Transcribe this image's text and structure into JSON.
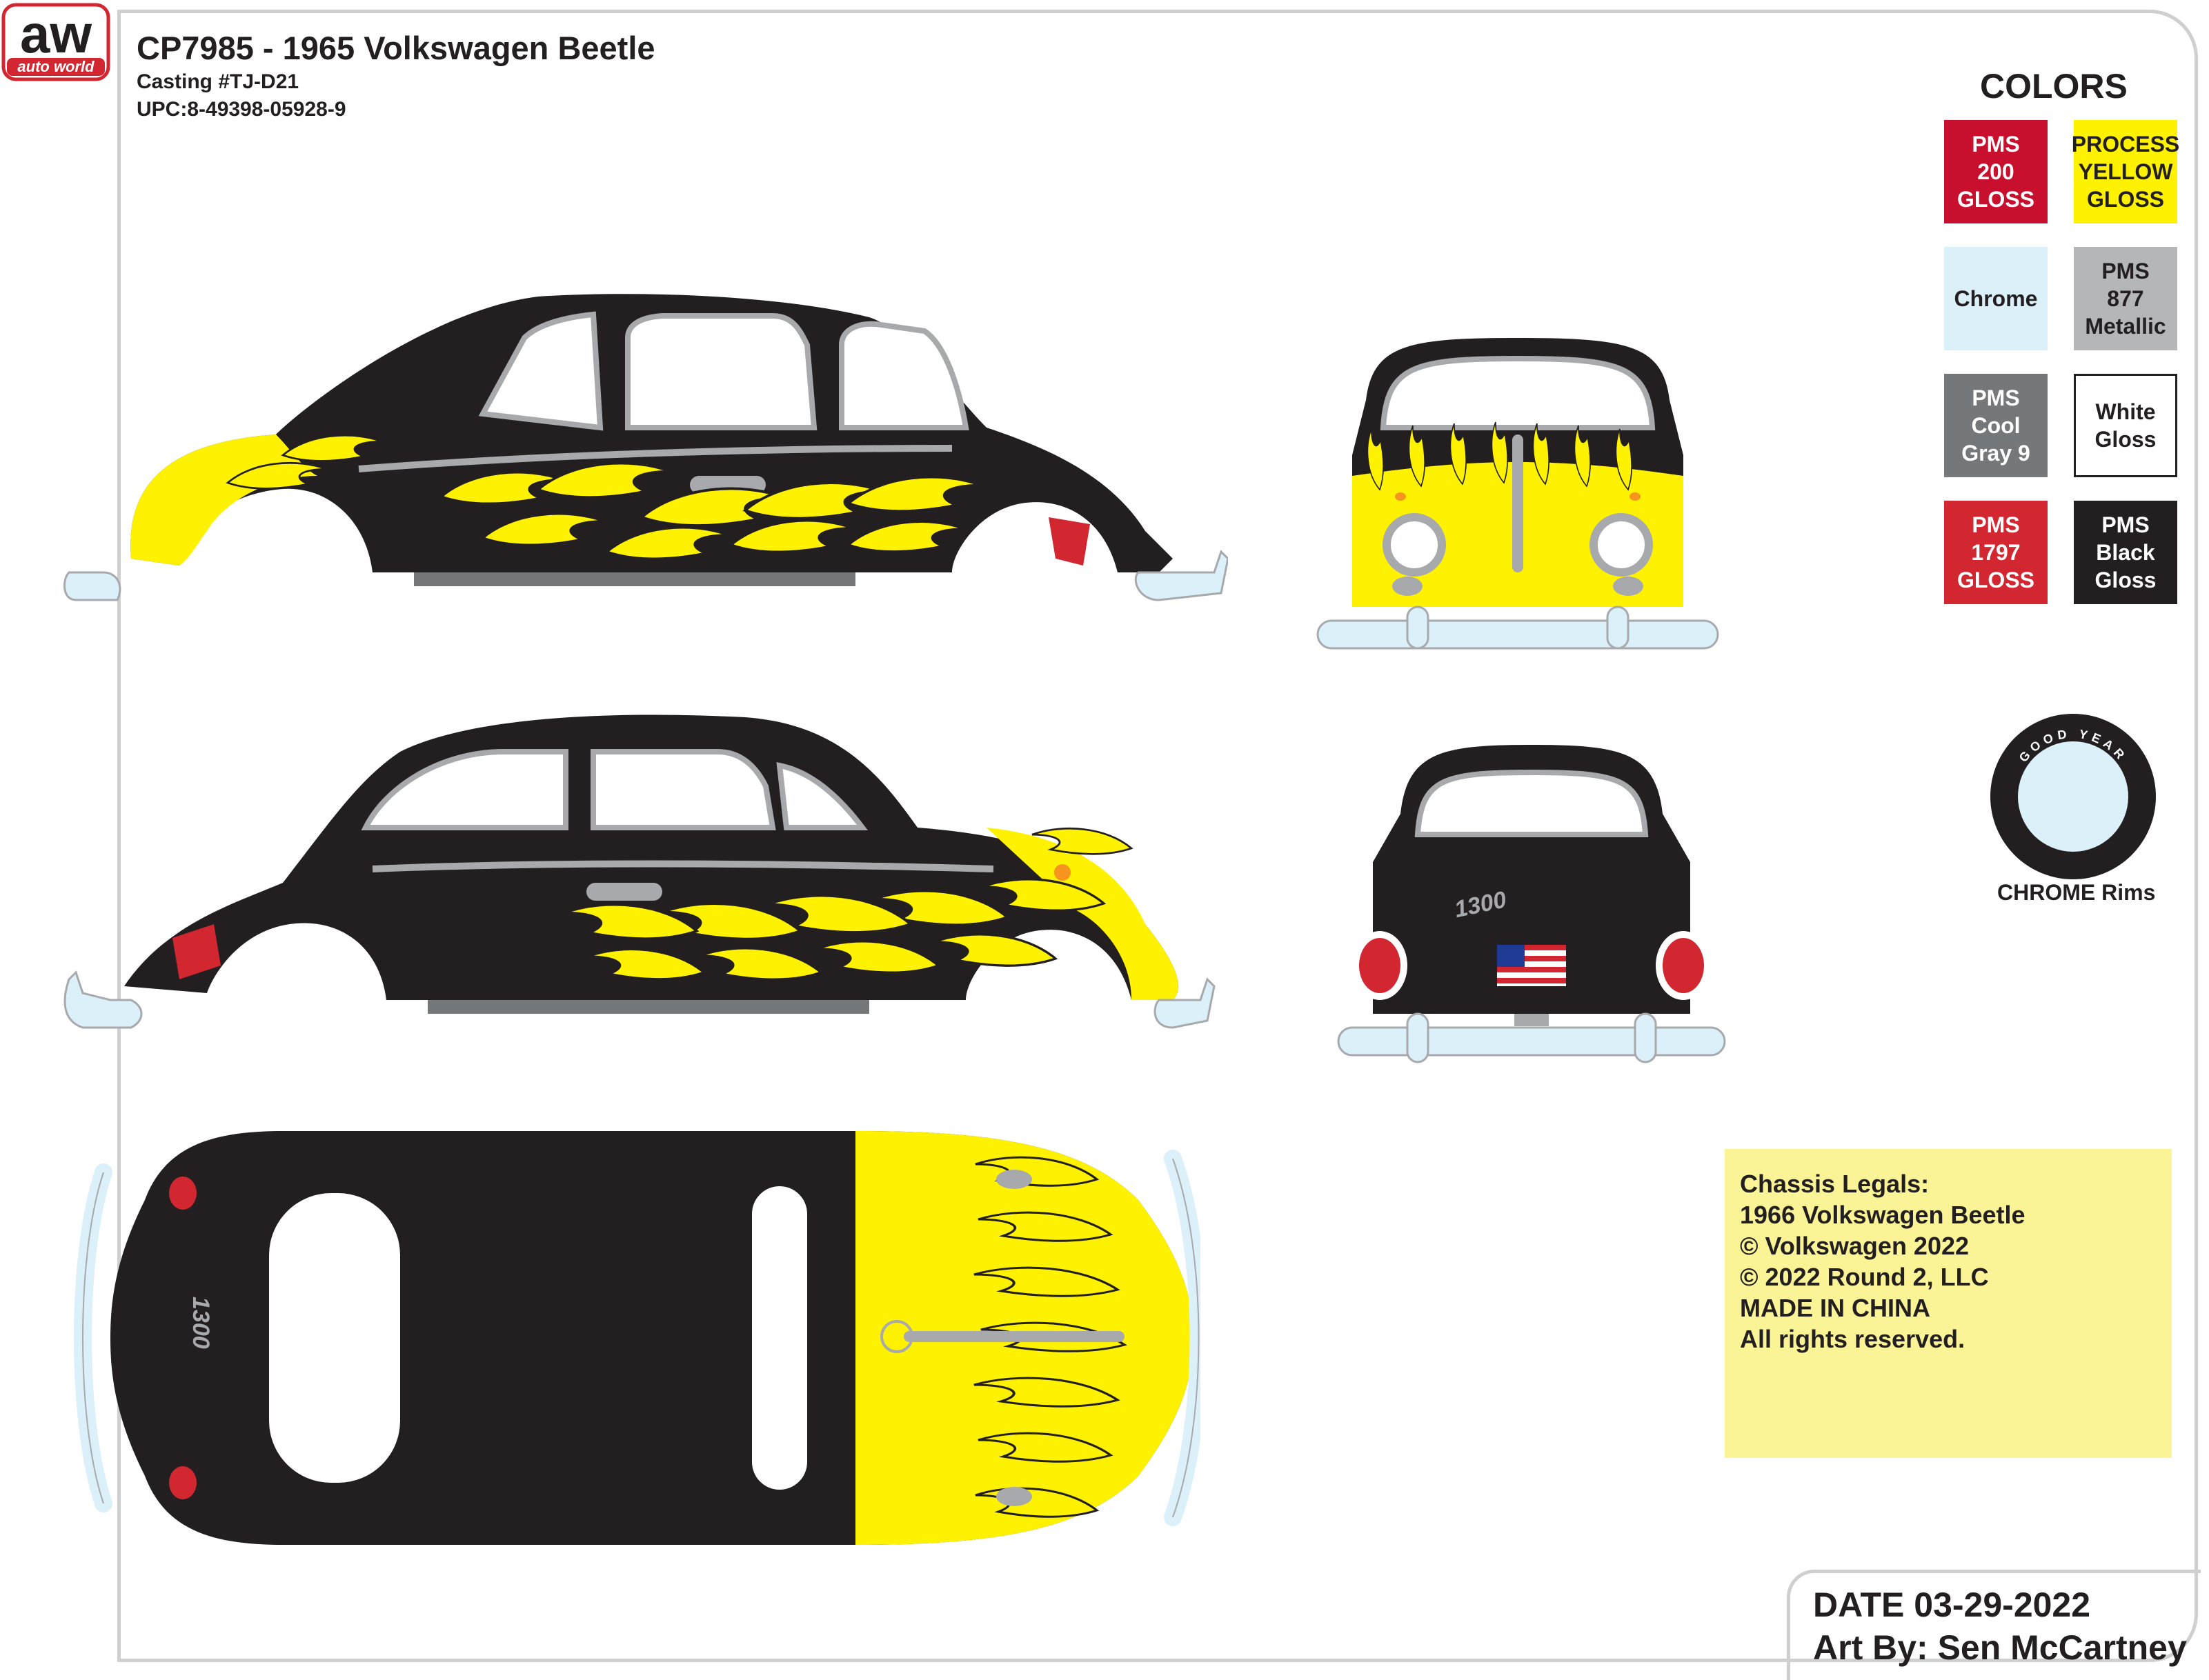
{
  "brand": {
    "logo_text": "aw",
    "logo_subtext": "auto world"
  },
  "header": {
    "title": "CP7985 - 1965 Volkswagen Beetle",
    "casting": "Casting #TJ-D21",
    "upc": "UPC:8-49398-05928-9"
  },
  "views": {
    "rear_plate_badge": "1300",
    "top_badge": "1300"
  },
  "colors": {
    "title": "COLORS",
    "swatches": [
      {
        "label": "PMS\n200\nGLOSS",
        "bg": "#c8102e",
        "fg": "#ffffff"
      },
      {
        "label": "PROCESS\nYELLOW\nGLOSS",
        "bg": "#fff200",
        "fg": "#231f20"
      },
      {
        "label": "Chrome",
        "bg": "#dcf0fa",
        "fg": "#231f20"
      },
      {
        "label": "PMS\n877\nMetallic",
        "bg": "#b5b6b8",
        "fg": "#231f20"
      },
      {
        "label": "PMS\nCool\nGray 9",
        "bg": "#75787b",
        "fg": "#ffffff"
      },
      {
        "label": "White\nGloss",
        "bg": "#ffffff",
        "fg": "#231f20"
      },
      {
        "label": "PMS\n1797\nGLOSS",
        "bg": "#d22630",
        "fg": "#ffffff"
      },
      {
        "label": "PMS\nBlack\nGloss",
        "bg": "#231f20",
        "fg": "#ffffff"
      }
    ]
  },
  "tire": {
    "brand": "GOOD YEAR",
    "label": "CHROME Rims"
  },
  "legals": {
    "lines": [
      "Chassis Legals:",
      "1966 Volkswagen Beetle",
      "© Volkswagen 2022",
      "© 2022 Round 2, LLC",
      "MADE IN CHINA",
      "All rights reserved."
    ]
  },
  "footer": {
    "date": "DATE 03-29-2022",
    "art_by": "Art By: Sen McCartney"
  },
  "palette": {
    "body": "#231f20",
    "flame": "#fff200",
    "chrome": "#dcf0fa",
    "glass": "#ffffff",
    "trim": "#a7a9ac",
    "lamp_red": "#d22630",
    "lamp_amber": "#f7941d"
  }
}
